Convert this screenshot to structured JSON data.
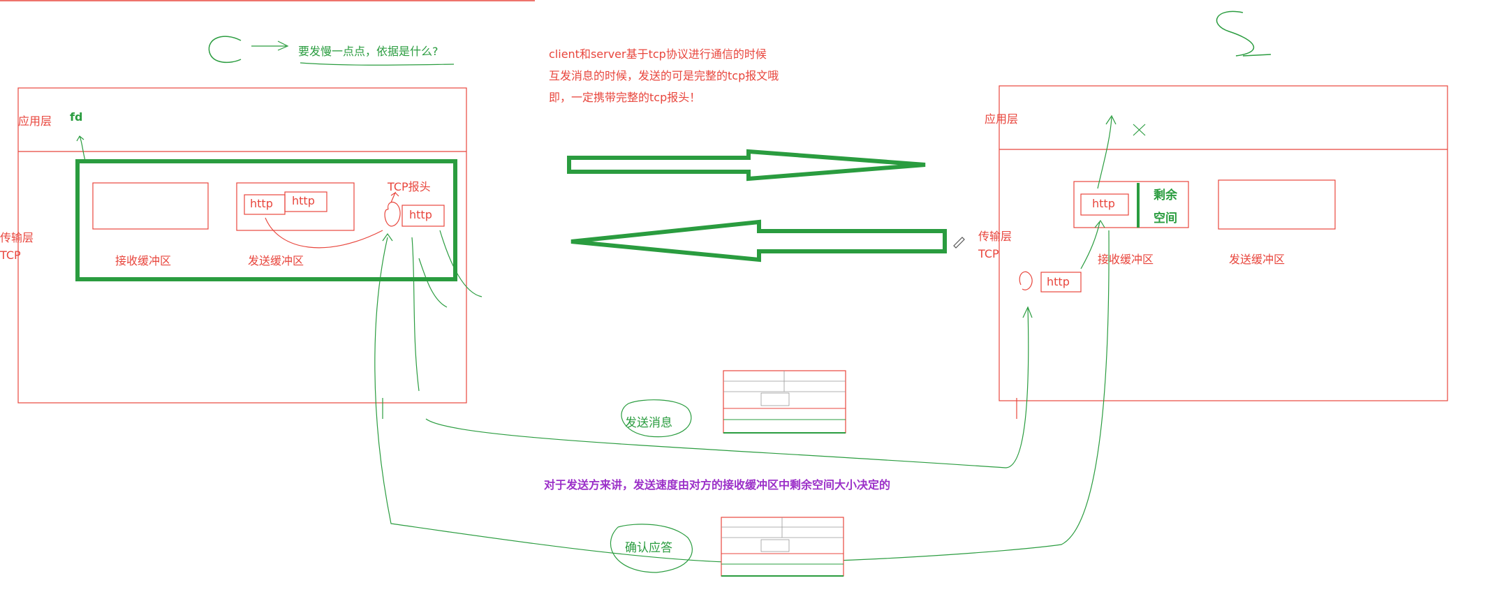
{
  "annotation": {
    "client_letter": "C",
    "client_question": "要发慢一点点，依据是什么?",
    "server_letter": "S"
  },
  "note": {
    "line1": "client和server基于tcp协议进行通信的时候",
    "line2": "互发消息的时候，发送的可是完整的tcp报文哦",
    "line3": "即，一定携带完整的tcp报头！"
  },
  "client": {
    "app_layer": "应用层",
    "fd": "fd",
    "transport_layer": "传输层",
    "tcp": "TCP",
    "recv_buffer": "接收缓冲区",
    "send_buffer": "发送缓冲区",
    "http1": "http",
    "http2": "http",
    "http3": "http",
    "tcp_header": "TCP报头"
  },
  "server": {
    "app_layer": "应用层",
    "transport_layer": "传输层",
    "tcp": "TCP",
    "recv_buffer": "接收缓冲区",
    "send_buffer": "发送缓冲区",
    "http_in_buffer": "http",
    "remaining_space_line1": "剩余",
    "remaining_space_line2": "空间",
    "http_incoming": "http"
  },
  "flow": {
    "send_message": "发送消息",
    "ack": "确认应答",
    "conclusion": "对于发送方来讲，发送速度由对方的接收缓冲区中剩余空间大小决定的"
  },
  "colors": {
    "red": "#e8453c",
    "green": "#2a9c3f",
    "purple": "#9b2fc8"
  }
}
